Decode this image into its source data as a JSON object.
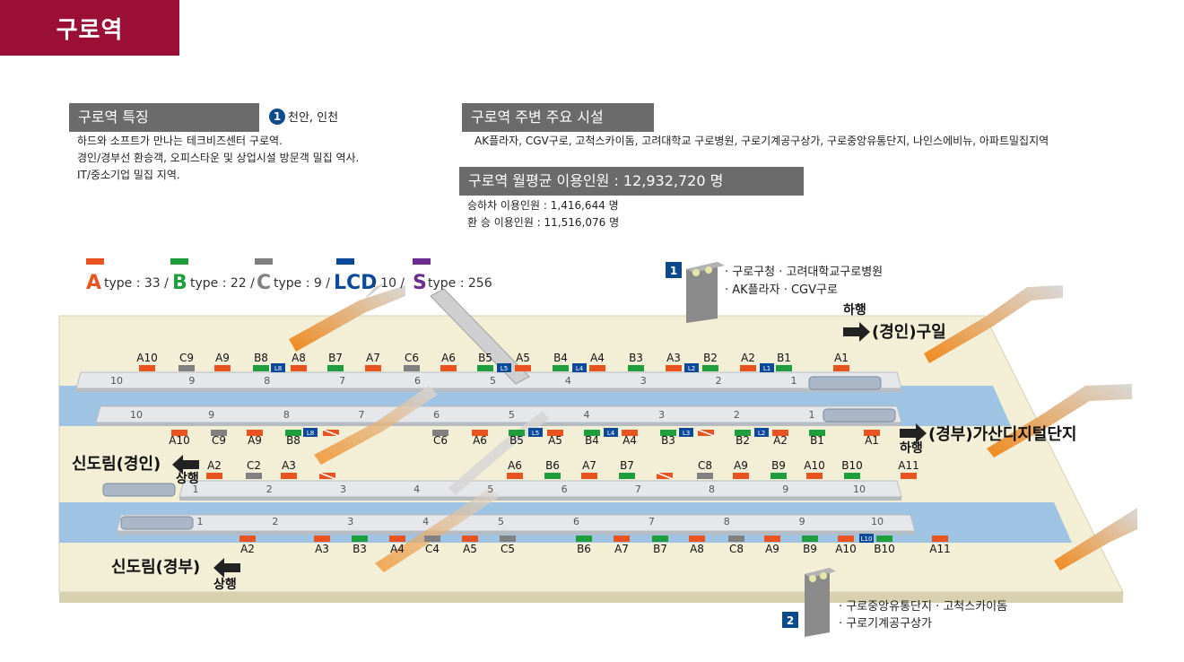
{
  "station": {
    "title": "구로역"
  },
  "features": {
    "header": "구로역 특징",
    "direction_num": "1",
    "direction_label": "천안, 인천",
    "lines": [
      "하드와 소프트가 만나는 테크비즈센터 구로역.",
      "경인/경부선 환승객, 오피스타운 및 상업시설 방문객 밀집 역사.",
      "IT/중소기업 밀집 지역."
    ]
  },
  "facilities": {
    "header": "구로역 주변 주요 시설",
    "text": "AK플라자, CGV구로, 고척스카이돔, 고려대학교 구로병원, 구로기계공구상가, 구로중앙유통단지, 나인스에비뉴, 아파트밀집지역"
  },
  "ridership": {
    "header": "구로역 월평균 이용인원 : 12,932,720 명",
    "boarding": "승하차 이용인원 : 1,416,644 명",
    "transfer": "환   승 이용인원 : 11,516,076 명"
  },
  "legend": {
    "items": [
      {
        "letter": "A",
        "suffix": " type : 33",
        "color": "#e8531f"
      },
      {
        "letter": "B",
        "suffix": " type : 22",
        "color": "#1f9e3e"
      },
      {
        "letter": "C",
        "suffix": " type : 9",
        "color": "#808080"
      },
      {
        "letter": "LCD",
        "suffix": " : 10",
        "color": "#0b4a9b"
      },
      {
        "letter": "S",
        "suffix": " type : 256",
        "color": "#6b2d8e"
      }
    ],
    "sep": " / "
  },
  "exits": {
    "exit1": {
      "num": "1",
      "lines": [
        "· 구로구청 · 고려대학교구로병원",
        "· AK플라자 · CGV구로"
      ]
    },
    "exit2": {
      "num": "2",
      "lines": [
        "· 구로중앙유통단지 · 고척스카이돔",
        "· 구로기계공구상가"
      ]
    }
  },
  "directions": {
    "guil_small": "하행",
    "guil": "(경인)구일",
    "gasan_small": "하행",
    "gasan": "(경부)가산디지털단지",
    "sindorim1": "신도림(경인)",
    "sindorim1_small": "상행",
    "sindorim2": "신도림(경부)",
    "sindorim2_small": "상행"
  },
  "colors": {
    "A": "#e8531f",
    "B": "#1f9e3e",
    "C": "#808080",
    "L": "#0b4a9b",
    "S": "#e8531f"
  },
  "rows": {
    "r1": [
      "A10",
      "C9",
      "A9",
      "B8",
      "L8",
      "A8",
      "B7",
      "A7",
      "C6",
      "A6",
      "B5",
      "L5",
      "A5",
      "B4",
      "L4",
      "A4",
      "B3",
      "A3",
      "L2",
      "B2",
      "A2",
      "L1",
      "B1",
      "A1"
    ],
    "r2": [
      "A10",
      "C9",
      "A9",
      "B8",
      "L8",
      "S",
      "C6",
      "A6",
      "B5",
      "L5",
      "A5",
      "B4",
      "L4",
      "A4",
      "B3",
      "L3",
      "S",
      "B2",
      "L2",
      "A2",
      "B1",
      "A1"
    ],
    "r3": [
      "A2",
      "C2",
      "A3",
      "S",
      "A6",
      "B6",
      "A7",
      "B7",
      "S",
      "C8",
      "A9",
      "B9",
      "A10",
      "B10",
      "A11"
    ],
    "r4": [
      "A2",
      "A3",
      "B3",
      "A4",
      "C4",
      "A5",
      "C5",
      "B6",
      "A7",
      "B7",
      "A8",
      "C8",
      "A9",
      "B9",
      "A10",
      "L10",
      "B10",
      "A11"
    ]
  },
  "platform_numbers": {
    "p1": [
      "10",
      "9",
      "8",
      "7",
      "6",
      "5",
      "4",
      "3",
      "2",
      "1"
    ],
    "p2": [
      "10",
      "9",
      "8",
      "7",
      "6",
      "5",
      "4",
      "3",
      "2",
      "1"
    ],
    "p3": [
      "1",
      "2",
      "3",
      "4",
      "5",
      "6",
      "7",
      "8",
      "9",
      "10"
    ],
    "p4": [
      "1",
      "2",
      "3",
      "4",
      "5",
      "6",
      "7",
      "8",
      "9",
      "10"
    ]
  }
}
